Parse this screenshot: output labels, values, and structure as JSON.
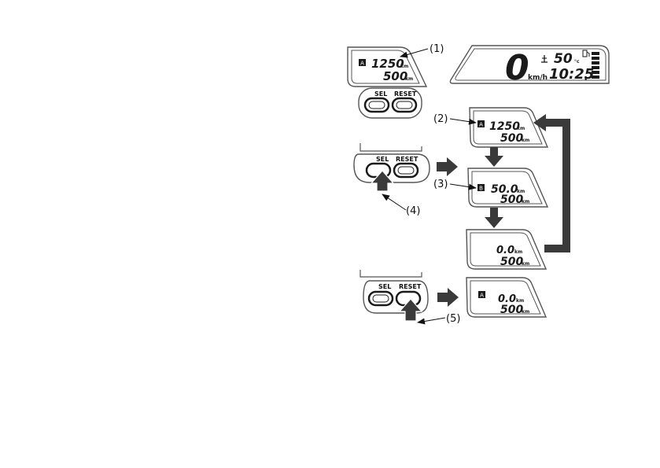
{
  "callouts": [
    "(1)",
    "(2)",
    "(3)",
    "(4)",
    "(5)"
  ],
  "buttons": {
    "sel": "SEL",
    "reset": "RESET"
  },
  "panel_main": {
    "trip_badge": "A",
    "trip_value": "1250",
    "trip_unit": "km",
    "odo_value": "500",
    "odo_unit": "km"
  },
  "speedo": {
    "speed": "0",
    "speed_unit": "km/h",
    "temp": "50",
    "temp_unit": "°c",
    "clock": "10:25"
  },
  "cycle": [
    {
      "badge": "A",
      "trip": "1250",
      "trip_unit": "km",
      "odo": "500",
      "odo_unit": "km"
    },
    {
      "badge": "B",
      "trip": "50.0",
      "trip_unit": "km",
      "odo": "500",
      "odo_unit": "km"
    },
    {
      "badge": "",
      "trip": "0.0",
      "trip_unit": "km",
      "odo": "500",
      "odo_unit": "km"
    }
  ],
  "reset_result": {
    "badge": "A",
    "trip": "0.0",
    "trip_unit": "km",
    "odo": "500",
    "odo_unit": "km"
  },
  "colors": {
    "ink": "#1a1a1a",
    "arrow": "#3a3a3a",
    "frame": "#555555"
  }
}
